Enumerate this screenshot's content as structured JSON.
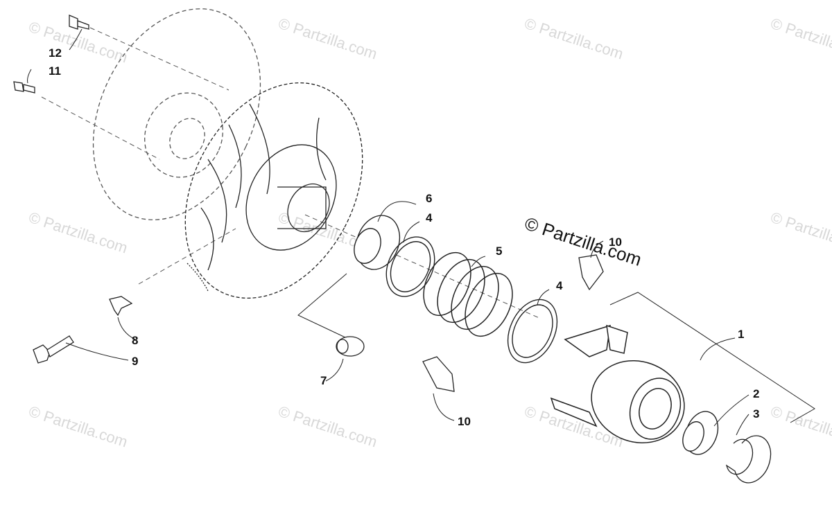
{
  "watermark": {
    "text": "© Partzilla.com",
    "prominent_text": "© Partzilla.com"
  },
  "callouts": [
    {
      "id": "12",
      "label": "12"
    },
    {
      "id": "11",
      "label": "11"
    },
    {
      "id": "6",
      "label": "6"
    },
    {
      "id": "4a",
      "label": "4"
    },
    {
      "id": "5",
      "label": "5"
    },
    {
      "id": "10a",
      "label": "10"
    },
    {
      "id": "4b",
      "label": "4"
    },
    {
      "id": "1",
      "label": "1"
    },
    {
      "id": "8",
      "label": "8"
    },
    {
      "id": "9",
      "label": "9"
    },
    {
      "id": "7",
      "label": "7"
    },
    {
      "id": "10b",
      "label": "10"
    },
    {
      "id": "2",
      "label": "2"
    },
    {
      "id": "3",
      "label": "3"
    }
  ],
  "colors": {
    "line": "#222222",
    "dashed": "#555555",
    "watermark": "#d8d8d8"
  }
}
